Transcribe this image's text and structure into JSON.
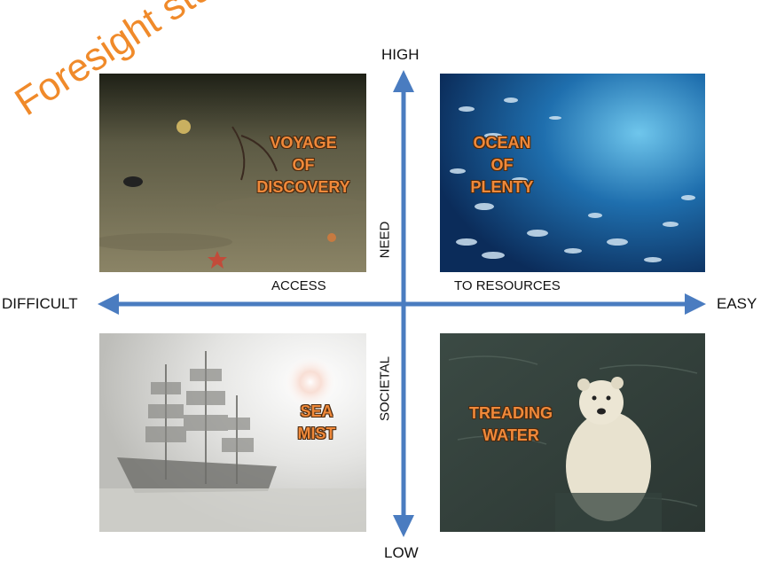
{
  "axes": {
    "top": "HIGH",
    "bottom": "LOW",
    "left": "DIFFICULT",
    "right": "EASY",
    "horizontal_left_label": "ACCESS",
    "horizontal_right_label": "TO RESOURCES",
    "vertical_upper_label": "NEED",
    "vertical_lower_label": "SOCIETAL",
    "arrow_color": "#4a7cc0"
  },
  "quadrants": {
    "top_left": {
      "lines": [
        "VOYAGE",
        "OF",
        "DISCOVERY"
      ],
      "image": "deep-sea-floor"
    },
    "top_right": {
      "lines": [
        "OCEAN",
        "OF",
        "PLENTY"
      ],
      "image": "fish-school"
    },
    "bottom_left": {
      "lines": [
        "SEA",
        "MIST"
      ],
      "image": "ship-in-fog"
    },
    "bottom_right": {
      "lines": [
        "TREADING",
        "WATER"
      ],
      "image": "polar-bear-swimming"
    }
  },
  "watermark": "Foresight study",
  "colors": {
    "title": "#f0893a",
    "watermark": "#f08a2a"
  }
}
